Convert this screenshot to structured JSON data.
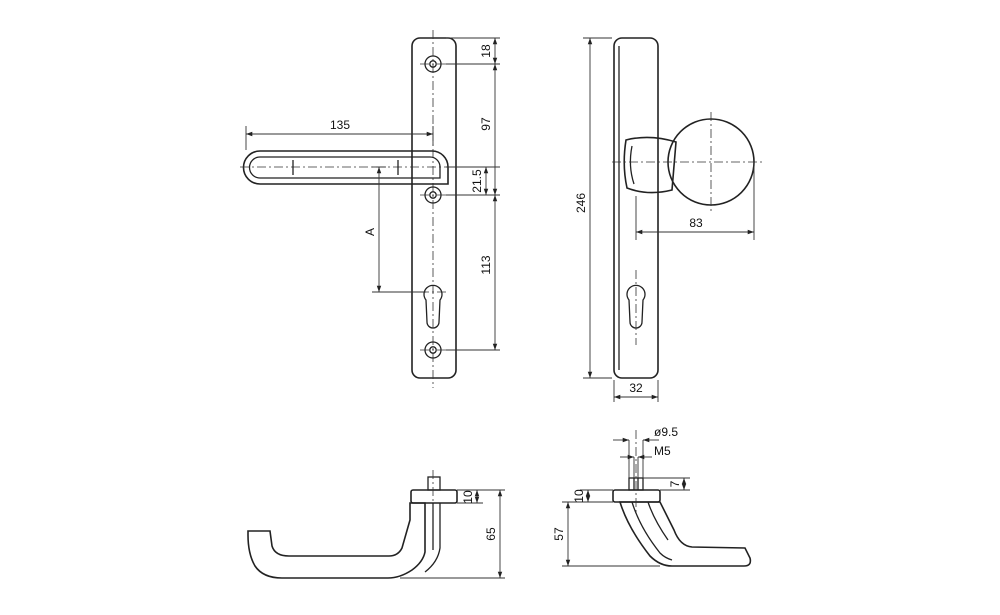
{
  "dimensions": {
    "d18": "18",
    "d97": "97",
    "d135": "135",
    "d21_5": "21.5",
    "dA": "A",
    "d113": "113",
    "d246": "246",
    "d83": "83",
    "d32": "32",
    "d9_5": "ø9.5",
    "dM5": "M5",
    "d7": "7",
    "d10_left": "10",
    "d65": "65",
    "d10_right": "10",
    "d57": "57"
  }
}
